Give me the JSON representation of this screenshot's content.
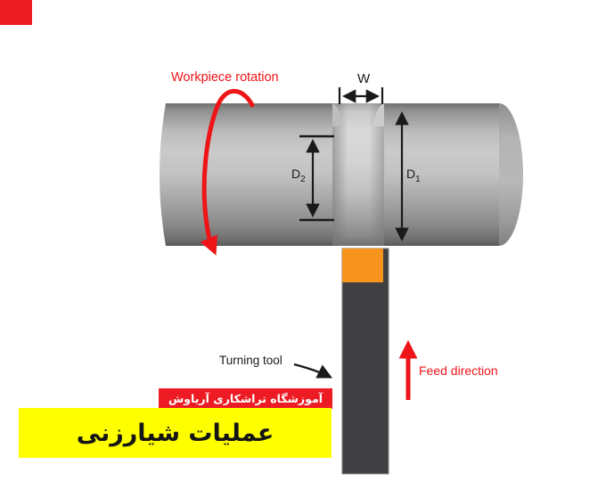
{
  "colors": {
    "accent_red": "#ee1417",
    "banner_red": "#ed1c24",
    "banner_yellow": "#ffff00",
    "tool_shank": "#404043",
    "tool_insert_orange": "#f7941e",
    "dimension_black": "#1a1a1a"
  },
  "diagram": {
    "labels": {
      "workpiece_rotation": "Workpiece rotation",
      "width_symbol": "W",
      "d1": {
        "base": "D",
        "sub": "1"
      },
      "d2": {
        "base": "D",
        "sub": "2"
      },
      "turning_tool": "Turning tool",
      "feed_direction": "Feed direction"
    },
    "icons": [
      "rotation-arc-arrow",
      "feed-up-arrow",
      "tool-pointer-arrow",
      "w-dimension-double-arrow",
      "d1-dimension-double-arrow",
      "d2-dimension-double-arrow"
    ]
  },
  "banners": {
    "school": {
      "text": "آموزشگاه تراشکاری آریاوش"
    },
    "title": {
      "text": "عملیات شیارزنی"
    }
  }
}
